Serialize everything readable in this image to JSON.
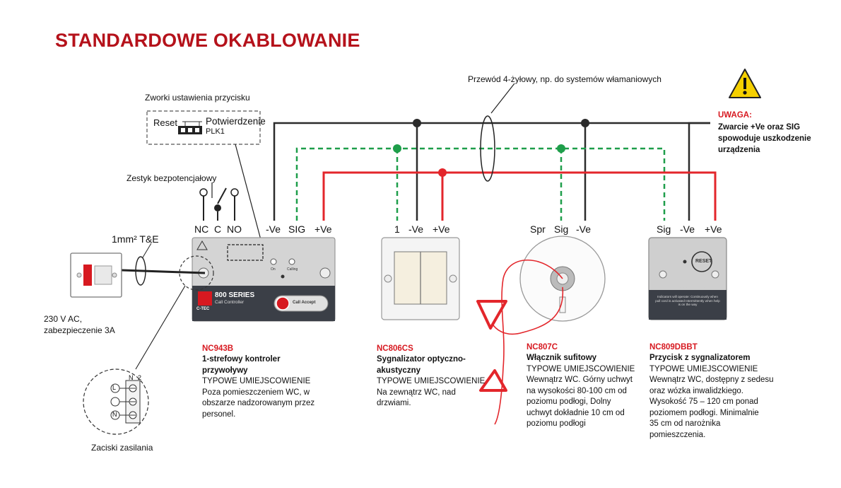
{
  "title": "STANDARDOWE OKABLOWANIE",
  "labels": {
    "jumpers": "Zworki ustawienia przycisku",
    "jumper_reset": "Reset",
    "jumper_confirm": "Potwierdzenie",
    "jumper_plk": "PLK1",
    "cable4": "Przewód 4-żyłowy, np. do systemów włamaniowych",
    "relay": "Zestyk bezpotencjałowy",
    "te_cable": "1mm² T&E",
    "mains_line1": "230 V AC,",
    "mains_line2": "zabezpieczenie 3A",
    "terminals_caption": "Zaciski zasilania"
  },
  "terminals": {
    "controller": [
      "NC",
      "C",
      "NO",
      "-Ve",
      "SIG",
      "+Ve"
    ],
    "sounder": [
      "1",
      "-Ve",
      "+Ve"
    ],
    "ceiling": [
      "Spr",
      "Sig",
      "-Ve"
    ],
    "reset": [
      "Sig",
      "-Ve",
      "+Ve"
    ],
    "power": [
      "L",
      "N",
      "N",
      "2"
    ]
  },
  "devices": {
    "controller_series": "800 SERIES",
    "controller_sub": "Call Controller",
    "controller_brand": "C-TEC",
    "controller_on": "On",
    "controller_calling": "Calling",
    "controller_accept": "Call Accept",
    "reset_label": "RESET",
    "reset_note": "Indicators will operate: Continuously when pull cord is activated Intermittently when help is on the way"
  },
  "warning": {
    "heading": "UWAGA:",
    "lines": [
      "Zwarcie +Ve oraz SIG",
      "spowoduje uszkodzenie",
      "urządzenia"
    ]
  },
  "products": [
    {
      "code": "NC943B",
      "name_lines": [
        "1-strefowy kontroler",
        "przywoływy"
      ],
      "typical": "TYPOWE UMIEJSCOWIENIE",
      "desc_lines": [
        "Poza pomieszczeniem WC, w",
        "obszarze nadzorowanym przez",
        "personel."
      ]
    },
    {
      "code": "NC806CS",
      "name_lines": [
        "Sygnalizator optyczno-",
        "akustyczny"
      ],
      "typical": "TYPOWE UMIEJSCOWIENIE",
      "desc_lines": [
        "Na zewnątrz WC, nad",
        "drzwiami."
      ]
    },
    {
      "code": "NC807C",
      "name_lines": [
        "Włącznik sufitowy"
      ],
      "typical": "TYPOWE UMIEJSCOWIENIE",
      "desc_lines": [
        "Wewnątrz WC. Górny uchwyt",
        "na wysokości 80-100 cm od",
        "poziomu podłogi, Dolny",
        "uchwyt dokładnie 10 cm od",
        "poziomu podłogi"
      ]
    },
    {
      "code": "NC809DBBT",
      "name_lines": [
        "Przycisk z sygnalizatorem"
      ],
      "typical": "TYPOWE UMIEJSCOWIENIE",
      "desc_lines": [
        "Wewnątrz WC, dostępny z sedesu",
        "oraz wózka inwalidzkiego.",
        "Wysokość 75 – 120 cm ponad",
        "poziomem podłogi. Minimalnie",
        "35 cm od narożnika",
        "pomieszczenia."
      ]
    }
  ],
  "colors": {
    "title": "#b5121b",
    "negative_wire": "#2b2b2b",
    "signal_wire": "#1e9e4a",
    "positive_wire": "#e3262b",
    "warning_heading": "#d71920"
  }
}
